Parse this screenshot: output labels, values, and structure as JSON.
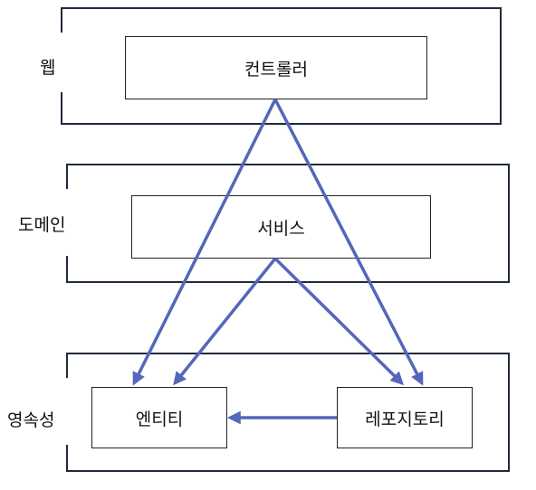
{
  "layers": {
    "web": {
      "label": "웹"
    },
    "domain": {
      "label": "도메인"
    },
    "persistence": {
      "label": "영속성"
    }
  },
  "nodes": {
    "controller": "컨트롤러",
    "service": "서비스",
    "entity": "엔티티",
    "repository": "레포지토리"
  },
  "arrow_color": "#5566bb",
  "edges": [
    {
      "from": "컨트롤러",
      "to": "엔티티"
    },
    {
      "from": "컨트롤러",
      "to": "레포지토리"
    },
    {
      "from": "서비스",
      "to": "엔티티"
    },
    {
      "from": "서비스",
      "to": "레포지토리"
    },
    {
      "from": "레포지토리",
      "to": "엔티티"
    }
  ]
}
